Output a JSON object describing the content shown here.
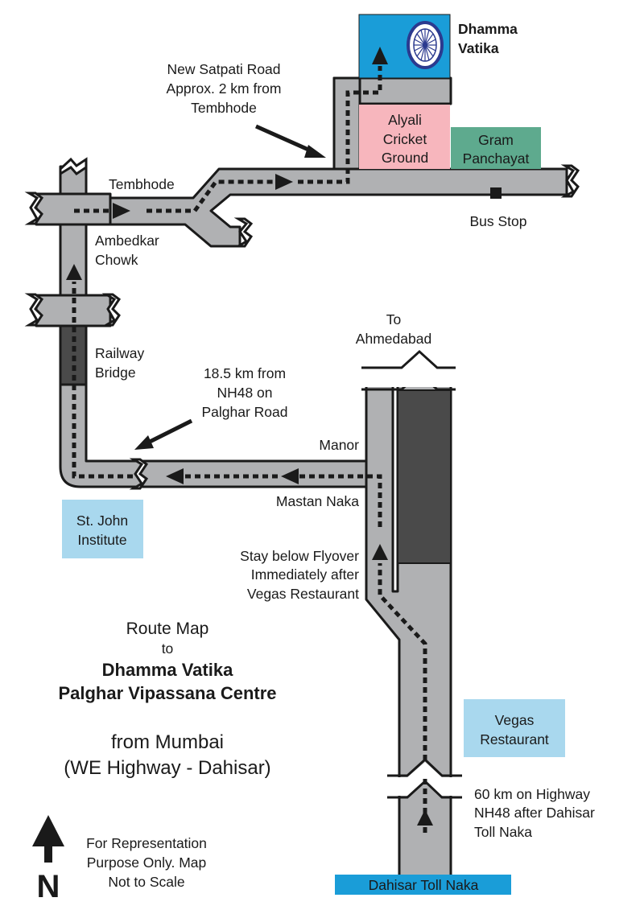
{
  "places": {
    "dhamma_vatika_line1": "Dhamma",
    "dhamma_vatika_line2": "Vatika",
    "alyali_line1": "Alyali",
    "alyali_line2": "Cricket",
    "alyali_line3": "Ground",
    "gram_line1": "Gram",
    "gram_line2": "Panchayat",
    "bus_stop": "Bus Stop",
    "tembhode": "Tembhode",
    "ambedkar_line1": "Ambedkar",
    "ambedkar_line2": "Chowk",
    "railway_line1": "Railway",
    "railway_line2": "Bridge",
    "st_john_line1": "St. John",
    "st_john_line2": "Institute",
    "manor": "Manor",
    "mastan_naka": "Mastan Naka",
    "to_line1": "To",
    "to_line2": "Ahmedabad",
    "vegas_line1": "Vegas",
    "vegas_line2": "Restaurant",
    "dahisar_toll": "Dahisar Toll Naka"
  },
  "notes": {
    "satpati_line1": "New Satpati Road",
    "satpati_line2": "Approx. 2 km from",
    "satpati_line3": "Tembhode",
    "km185_line1": "18.5 km from",
    "km185_line2": "NH48 on",
    "km185_line3": "Palghar Road",
    "flyover_line1": "Stay below Flyover",
    "flyover_line2": "Immediately after",
    "flyover_line3": "Vegas Restaurant",
    "km60_line1": "60 km on Highway",
    "km60_line2": "NH48 after Dahisar",
    "km60_line3": "Toll Naka"
  },
  "title": {
    "line1": "Route Map",
    "line2": "to",
    "line3": "Dhamma Vatika",
    "line4": "Palghar Vipassana Centre",
    "line5": "from Mumbai",
    "line6": "(WE Highway - Dahisar)"
  },
  "disclaimer": {
    "line1": "For Representation",
    "line2": "Purpose Only. Map",
    "line3": "Not to Scale"
  },
  "compass": {
    "label": "N"
  },
  "icons": {
    "destination_logo": "dhamma-wheel-icon",
    "north_arrow": "north-arrow-icon"
  },
  "colors": {
    "road": "#b0b1b3",
    "flyover": "#4a4a4a",
    "destination_box": "#1a9dd8",
    "cricket_ground": "#f7b6bd",
    "gram_panchayat": "#5eaa8e",
    "info_box": "#a9d8ee"
  }
}
